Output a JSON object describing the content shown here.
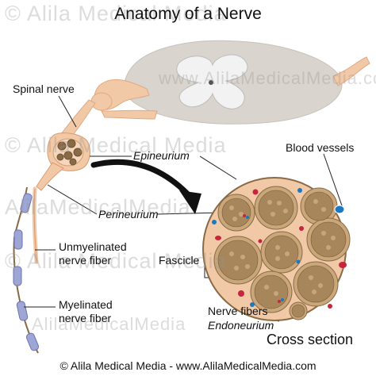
{
  "title": "Anatomy of a Nerve",
  "labels": {
    "spinal_nerve": "Spinal nerve",
    "epineurium": "Epineurium",
    "perineurium": "Perineurium",
    "blood_vessels": "Blood vessels",
    "unmyelinated": [
      "Unmyelinated",
      "nerve fiber"
    ],
    "myelinated": [
      "Myelinated",
      "nerve fiber"
    ],
    "fascicle": "Fascicle",
    "nerve_fibers": "Nerve fibers",
    "endoneurium": "Endoneurium",
    "cross_section": "Cross section"
  },
  "watermark": {
    "text": "© Alila Medical Media",
    "short": "AlilaMedicalMedia",
    "url": "www.AlilaMedicalMedia.com"
  },
  "footer": "© Alila Medical Media - www.AlilaMedicalMedia.com",
  "colors": {
    "nerve_tissue": "#f2c9a6",
    "fascicle_fill": "#a8865c",
    "fascicle_border": "#c9a77a",
    "spinal_cord": "#d9d4cd",
    "grey_matter": "#eeeeee",
    "vessel_red": "#c8243c",
    "vessel_blue": "#1c78c0",
    "myelin": "#9ea6d6",
    "arrow": "#111111"
  }
}
